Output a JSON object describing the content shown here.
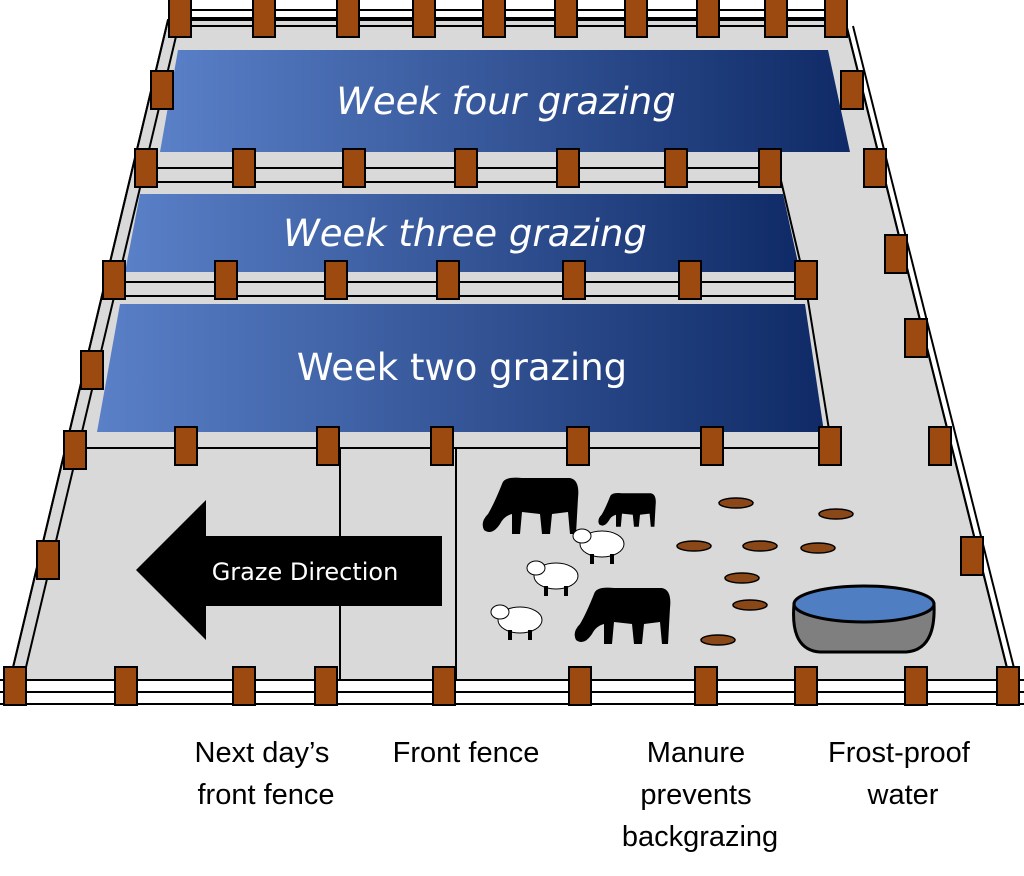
{
  "strips": [
    {
      "label": "Week four grazing"
    },
    {
      "label": "Week three grazing"
    },
    {
      "label": "Week two grazing"
    }
  ],
  "arrow": {
    "label": "Graze Direction"
  },
  "bottom_labels": [
    {
      "lines": [
        "Next day’s",
        "front fence"
      ]
    },
    {
      "lines": [
        "Front fence"
      ]
    },
    {
      "lines": [
        "Manure",
        "prevents",
        "backgrazing"
      ]
    },
    {
      "lines": [
        "Frost-proof",
        "water"
      ]
    }
  ],
  "colors": {
    "field": "#d9d9d9",
    "strip_light": "#5a80c8",
    "strip_dark": "#0f2a66",
    "post": "#9c4a0f",
    "manure": "#8a4818",
    "water": "#4f7fc2",
    "tank": "#7f7f7f"
  }
}
